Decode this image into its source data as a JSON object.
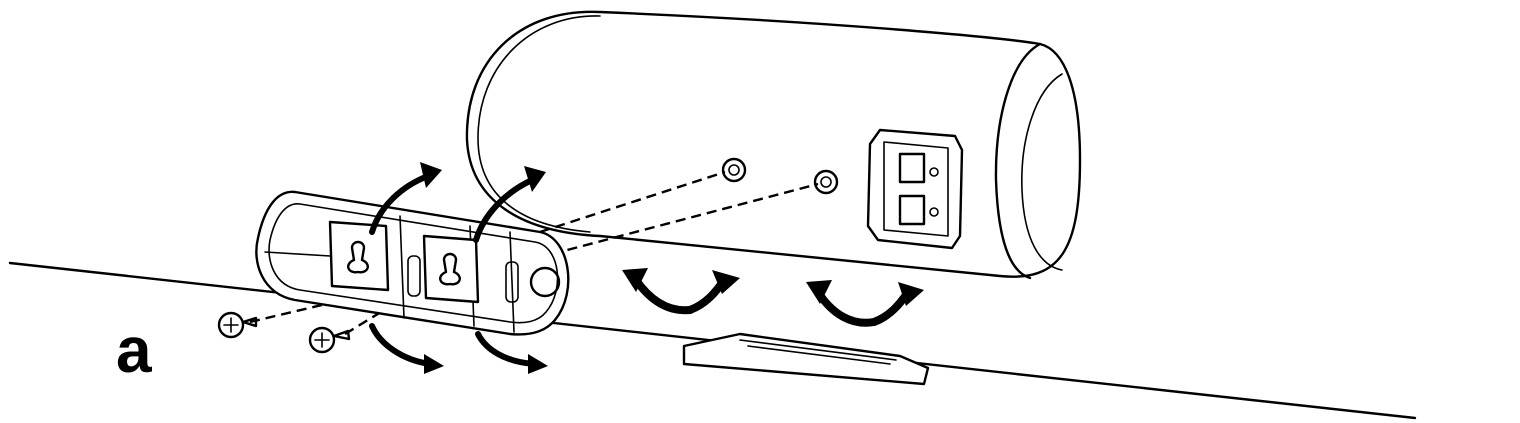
{
  "figure": {
    "step_label": "a"
  },
  "colors": {
    "ink": "#000000",
    "paper": "#ffffff"
  },
  "icons": [
    "speaker-cabinet-illustration",
    "wall-bracket-illustration",
    "screw-icon",
    "rotate-arrow-icon",
    "terminal-block-icon",
    "base-foot-illustration"
  ]
}
